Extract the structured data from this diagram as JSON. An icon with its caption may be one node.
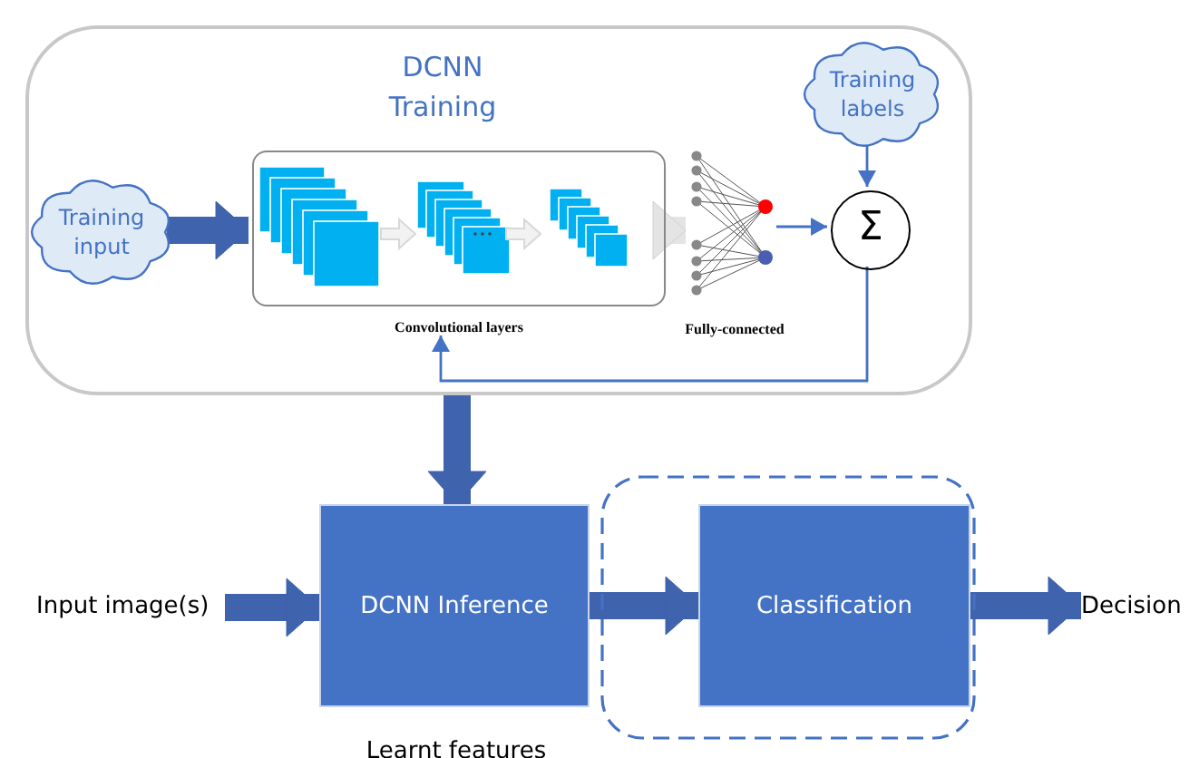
{
  "diagram": {
    "nodes": [
      {
        "text": [
          "DCNN Training"
        ]
      },
      {
        "text": [
          "Training input"
        ],
        "in": 0
      },
      {
        "text": [
          "Convolutional layers"
        ],
        "in": 0
      },
      {
        "text": [
          "Fully-connected"
        ],
        "in": 0
      },
      {
        "text": [
          "Σ"
        ],
        "in": 0
      },
      {
        "text": [
          "Training labels"
        ],
        "in": 0
      },
      {
        "text": [
          "Input image(s)"
        ]
      },
      {
        "text": [],
        "shape": "box"
      },
      {
        "text": [
          "DCNN Inference"
        ],
        "beside": [
          "Learnt features"
        ]
      },
      {
        "text": [
          "Classification"
        ],
        "in": 7
      },
      {
        "text": [
          "Decision"
        ]
      }
    ],
    "edges": [
      {
        "from": 1,
        "to": 2,
        "arrow": "to"
      },
      {
        "from": 2,
        "to": 3,
        "arrow": "to",
        "color": "#e4e4e4"
      },
      {
        "from": 3,
        "to": 4,
        "arrow": "to",
        "color": "#4472c4"
      },
      {
        "from": 5,
        "to": 4,
        "arrow": "to",
        "color": "#4472c4"
      },
      {
        "from": 4,
        "to": 2,
        "arrow": "to",
        "color": "#4472c4"
      },
      {
        "from": 0,
        "to": 8,
        "arrow": "to"
      },
      {
        "from": 6,
        "to": 8,
        "arrow": "to"
      },
      {
        "from": 8,
        "to": 9,
        "arrow": "to"
      },
      {
        "from": 9,
        "to": 10,
        "arrow": "to"
      }
    ]
  }
}
